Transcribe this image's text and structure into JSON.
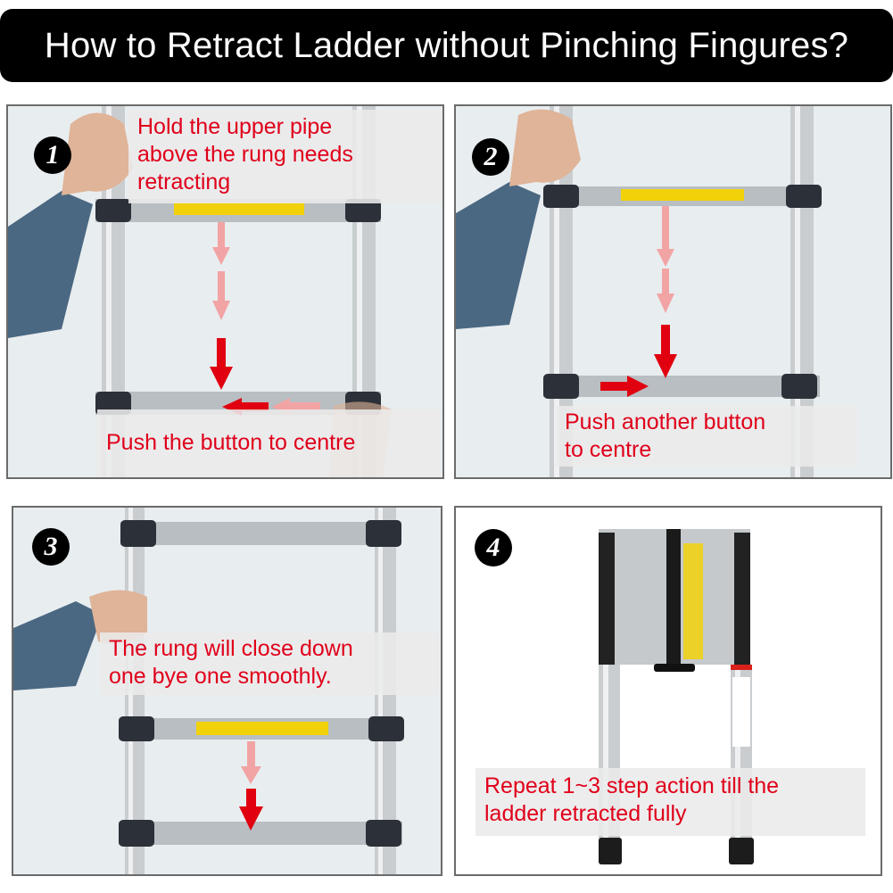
{
  "title": "How to Retract Ladder without Pinching Fingures?",
  "colors": {
    "caption_red": "#e0001a",
    "arrow_red": "#e00010",
    "arrow_pink": "#f2a4a4",
    "title_bg": "#000000"
  },
  "steps": [
    {
      "number": "1",
      "caption_top": "Hold the upper pipe\nabove the rung needs\nretracting",
      "caption_bottom": "Push the button  to centre"
    },
    {
      "number": "2",
      "caption": "Push another button\nto centre"
    },
    {
      "number": "3",
      "caption": "The rung will close down\none bye one smoothly."
    },
    {
      "number": "4",
      "caption": "Repeat 1~3 step action till the\nladder retracted fully"
    }
  ]
}
